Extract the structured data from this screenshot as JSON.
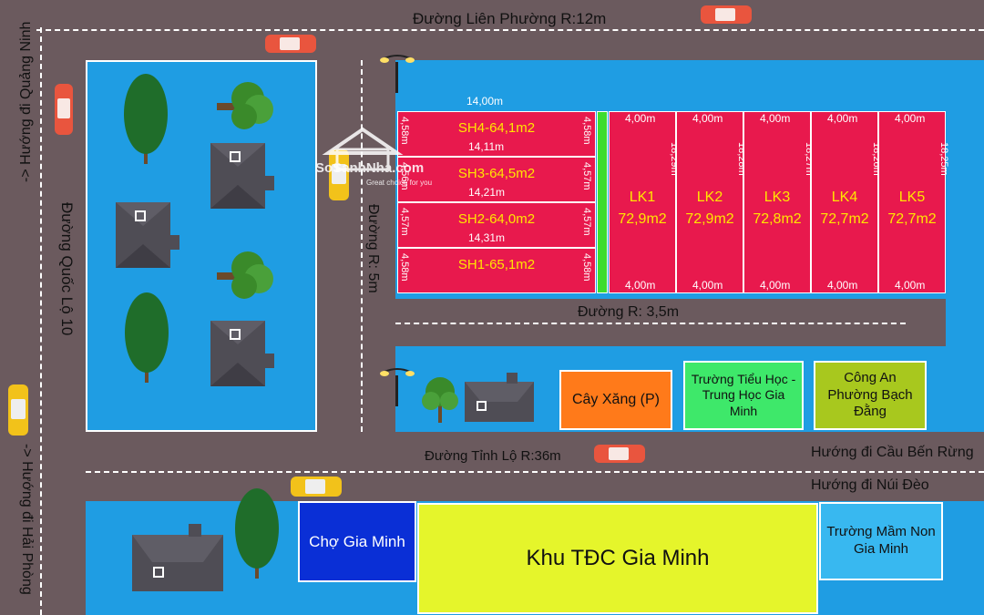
{
  "roads": {
    "top": "Đường Liên Phường R:12m",
    "quoc_lo": "Đường Quốc Lộ 10",
    "r5": "Đường R: 5m",
    "r35": "Đường R: 3,5m",
    "tinh_lo": "Đường Tỉnh Lộ R:36m"
  },
  "directions": {
    "quang_ninh": "-> Hướng đi Quảng Ninh",
    "hai_phong": "-> Hướng đi Hải Phòng",
    "cau_ben_rung": "Hướng đi Cầu Bến Rừng",
    "nui_deo": "Hướng đi Núi Đèo"
  },
  "sh_plots": [
    {
      "label": "SH4-64,1m2",
      "left": "4,58m",
      "right": "4,58m",
      "bottom": "14,11m"
    },
    {
      "label": "SH3-64,5m2",
      "left": "4,56m",
      "right": "4,57m",
      "bottom": "14,21m"
    },
    {
      "label": "SH2-64,0m2",
      "left": "4,57m",
      "right": "4,57m",
      "bottom": "14,31m"
    },
    {
      "label": "SH1-65,1m2",
      "left": "4,58m",
      "right": "4,58m",
      "bottom": ""
    }
  ],
  "sh_top_dim": "14,00m",
  "lk_plots": [
    {
      "name": "LK1",
      "area": "72,9m2",
      "top": "4,00m",
      "bottom": "4,00m",
      "side": "18,29m"
    },
    {
      "name": "LK2",
      "area": "72,9m2",
      "top": "4,00m",
      "bottom": "4,00m",
      "side": "18,28m"
    },
    {
      "name": "LK3",
      "area": "72,8m2",
      "top": "4,00m",
      "bottom": "4,00m",
      "side": "18,27m"
    },
    {
      "name": "LK4",
      "area": "72,7m2",
      "top": "4,00m",
      "bottom": "4,00m",
      "side": "18,26m"
    },
    {
      "name": "LK5",
      "area": "72,7m2",
      "top": "4,00m",
      "bottom": "4,00m",
      "side": "18,25m"
    }
  ],
  "facilities": {
    "gas": "Cây Xăng (P)",
    "school": "Trường Tiểu Học - Trung Học Gia Minh",
    "police": "Công An Phường Bạch Đằng",
    "market": "Chợ Gia Minh",
    "khu": "Khu TĐC Gia Minh",
    "kinder": "Trường Mầm Non Gia Minh"
  },
  "watermark": {
    "brand": "SoSanhNha.com",
    "tagline": "Great choice for you"
  },
  "colors": {
    "road": "#6b5a5e",
    "block": "#1f9de3",
    "plot": "#e8194d",
    "plot_text": "#ffe600",
    "green_strip": "#3ddc2f",
    "gas": "#ff7a1a",
    "school": "#3ee86a",
    "police": "#a8c81e",
    "market": "#0a2fd6",
    "khu": "#e5f52b",
    "kinder": "#38b8f0"
  }
}
